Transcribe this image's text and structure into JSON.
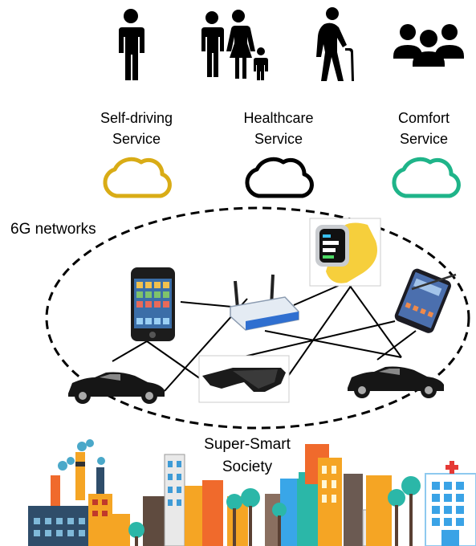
{
  "services": [
    {
      "id": "self-driving",
      "line1": "Self-driving",
      "line2": "Service",
      "color": "#d9ac16"
    },
    {
      "id": "healthcare",
      "line1": "Healthcare",
      "line2": "Service",
      "color": "#000000"
    },
    {
      "id": "comfort",
      "line1": "Comfort",
      "line2": "Service",
      "color": "#1fb489"
    }
  ],
  "users": [
    {
      "icon": "single-person-icon"
    },
    {
      "icon": "family-icon"
    },
    {
      "icon": "elderly-person-icon"
    },
    {
      "icon": "group-people-icon"
    }
  ],
  "network": {
    "label": "6G networks",
    "devices": [
      "smartphone-icon",
      "wifi-router-icon",
      "smartwatch-icon",
      "tablet-phone-icon",
      "car-icon",
      "smart-glasses-icon",
      "car-icon"
    ]
  },
  "society": {
    "line1": "Super-Smart",
    "line2": "Society"
  },
  "colors": {
    "hospital_cross": "#e53935",
    "tree": "#2bb7a8",
    "building_orange": "#f5a524",
    "building_blue": "#39a6e8"
  }
}
